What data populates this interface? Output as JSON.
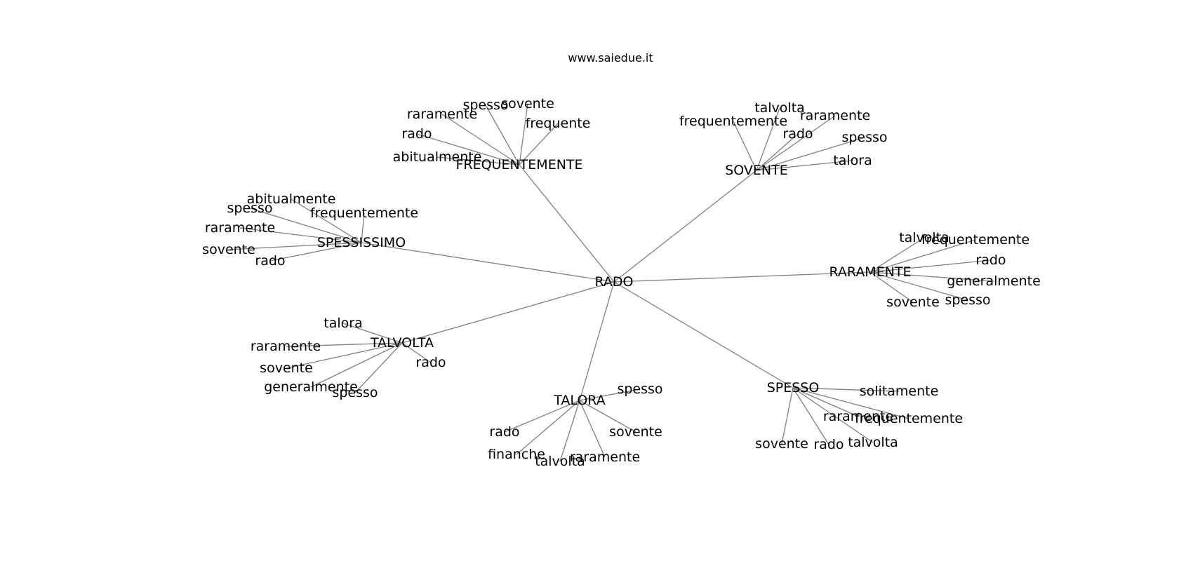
{
  "site": "www.saiedue.it",
  "center": "RADO",
  "clusters": [
    {
      "hub": "FREQUENTEMENTE",
      "leaves": [
        "raramente",
        "spesso",
        "sovente",
        "frequente",
        "rado",
        "abitualmente"
      ]
    },
    {
      "hub": "SOVENTE",
      "leaves": [
        "talvolta",
        "frequentemente",
        "raramente",
        "rado",
        "spesso",
        "talora"
      ]
    },
    {
      "hub": "SPESSISSIMO",
      "leaves": [
        "abitualmente",
        "spesso",
        "frequentemente",
        "raramente",
        "sovente",
        "rado"
      ]
    },
    {
      "hub": "RARAMENTE",
      "leaves": [
        "talvolta",
        "frequentemente",
        "rado",
        "generalmente",
        "sovente",
        "spesso"
      ]
    },
    {
      "hub": "TALVOLTA",
      "leaves": [
        "talora",
        "raramente",
        "sovente",
        "rado",
        "generalmente",
        "spesso"
      ]
    },
    {
      "hub": "TALORA",
      "leaves": [
        "spesso",
        "rado",
        "sovente",
        "finanche",
        "talvolta",
        "raramente"
      ]
    },
    {
      "hub": "SPESSO",
      "leaves": [
        "solitamente",
        "raramente",
        "frequentemente",
        "sovente",
        "rado",
        "talvolta"
      ]
    }
  ]
}
